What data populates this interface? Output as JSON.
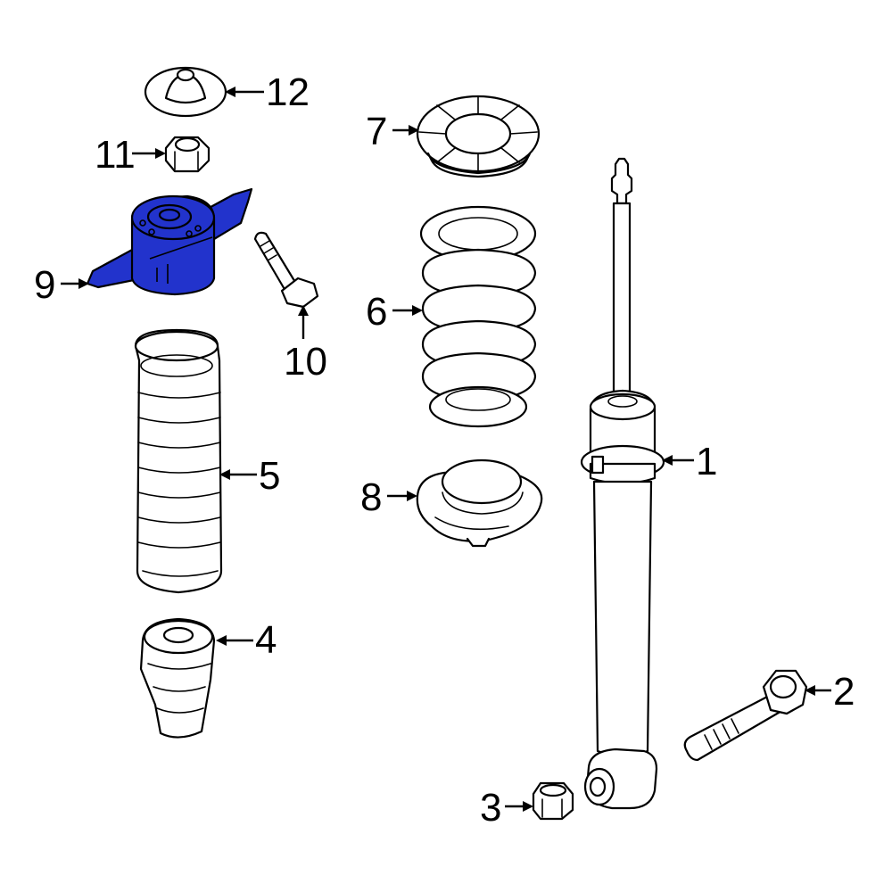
{
  "colors": {
    "highlight": "#2233cc",
    "line": "#000000",
    "background": "#ffffff"
  },
  "callouts": [
    {
      "id": "1",
      "label": "1",
      "part": "shock-absorber"
    },
    {
      "id": "2",
      "label": "2",
      "part": "lower-mounting-bolt"
    },
    {
      "id": "3",
      "label": "3",
      "part": "lower-mounting-nut"
    },
    {
      "id": "4",
      "label": "4",
      "part": "bump-stop"
    },
    {
      "id": "5",
      "label": "5",
      "part": "dust-boot"
    },
    {
      "id": "6",
      "label": "6",
      "part": "coil-spring"
    },
    {
      "id": "7",
      "label": "7",
      "part": "upper-spring-seat"
    },
    {
      "id": "8",
      "label": "8",
      "part": "lower-spring-seat"
    },
    {
      "id": "9",
      "label": "9",
      "part": "upper-strut-mount",
      "highlighted": true
    },
    {
      "id": "10",
      "label": "10",
      "part": "mount-bolt"
    },
    {
      "id": "11",
      "label": "11",
      "part": "strut-nut"
    },
    {
      "id": "12",
      "label": "12",
      "part": "dust-cap"
    }
  ]
}
